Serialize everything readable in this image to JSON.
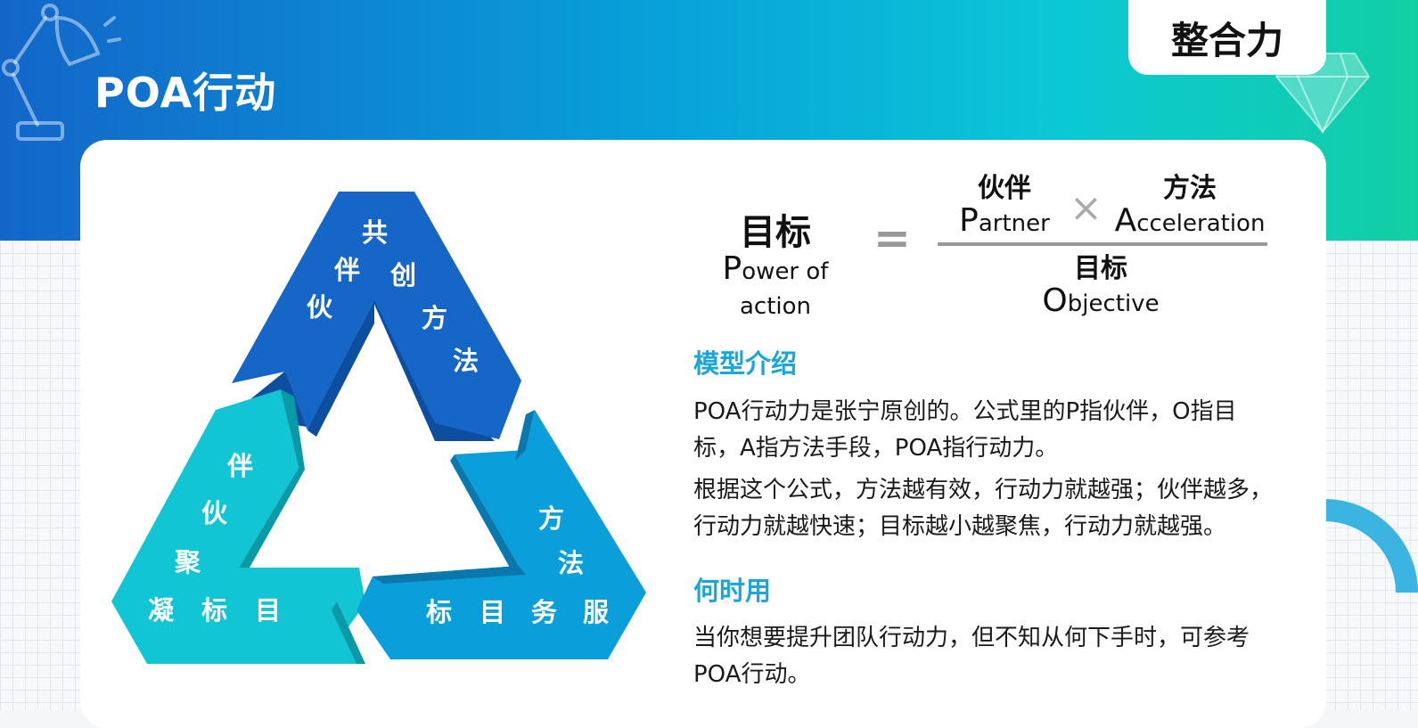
{
  "header": {
    "title": "POA行动",
    "tag": "整合力"
  },
  "diagram": {
    "top_arm": [
      "共",
      "伴",
      "创",
      "伙",
      "方",
      "法"
    ],
    "left_arm": [
      "伴",
      "伙",
      "聚",
      "凝",
      "标",
      "目"
    ],
    "right_arm": [
      "方",
      "法",
      "标",
      "目",
      "务",
      "服"
    ],
    "colors": {
      "top": "#1566c6",
      "top_dark": "#0d4f9e",
      "left": "#12c5d4",
      "left_dark": "#0a9aa6",
      "right": "#0a9edb",
      "right_dark": "#0a78ad"
    }
  },
  "formula": {
    "lhs_cn": "目标",
    "lhs_en_cap": "P",
    "lhs_en_rest": "ower of action",
    "equals": "=",
    "num1_cn": "伙伴",
    "num1_en_cap": "P",
    "num1_en_rest": "artner",
    "times": "×",
    "num2_cn": "方法",
    "num2_en_cap": "A",
    "num2_en_rest": "cceleration",
    "den_cn": "目标",
    "den_en_cap": "O",
    "den_en_rest": "bjective"
  },
  "intro": {
    "title": "模型介绍",
    "p1_line1": "POA行动力是张宁原创的。公式里的P指伙伴，O指目",
    "p1_line2": "标，A指方法手段，POA指行动力。",
    "p2_line1": "根据这个公式，方法越有效，行动力就越强；伙伴越多，",
    "p2_line2": "行动力就越快速；目标越小越聚焦，行动力就越强。"
  },
  "when": {
    "title": "何时用",
    "line1": "当你想要提升团队行动力，但不知从何下手时，可参考",
    "line2": "POA行动。"
  }
}
